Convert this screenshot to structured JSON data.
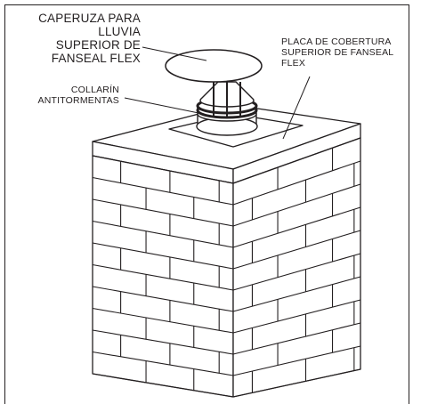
{
  "labels": {
    "rain_cap": [
      "CAPERUZA PARA",
      "LLUVIA",
      "SUPERIOR DE",
      "FANSEAL FLEX"
    ],
    "storm_collar": [
      "COLLARÍN",
      "ANTITORMENTAS"
    ],
    "top_plate": [
      "PLACA DE COBERTURA",
      "SUPERIOR DE FANSEAL",
      "FLEX"
    ]
  },
  "colors": {
    "line": "#231f20",
    "background": "#ffffff",
    "shadow": "#231f20"
  }
}
